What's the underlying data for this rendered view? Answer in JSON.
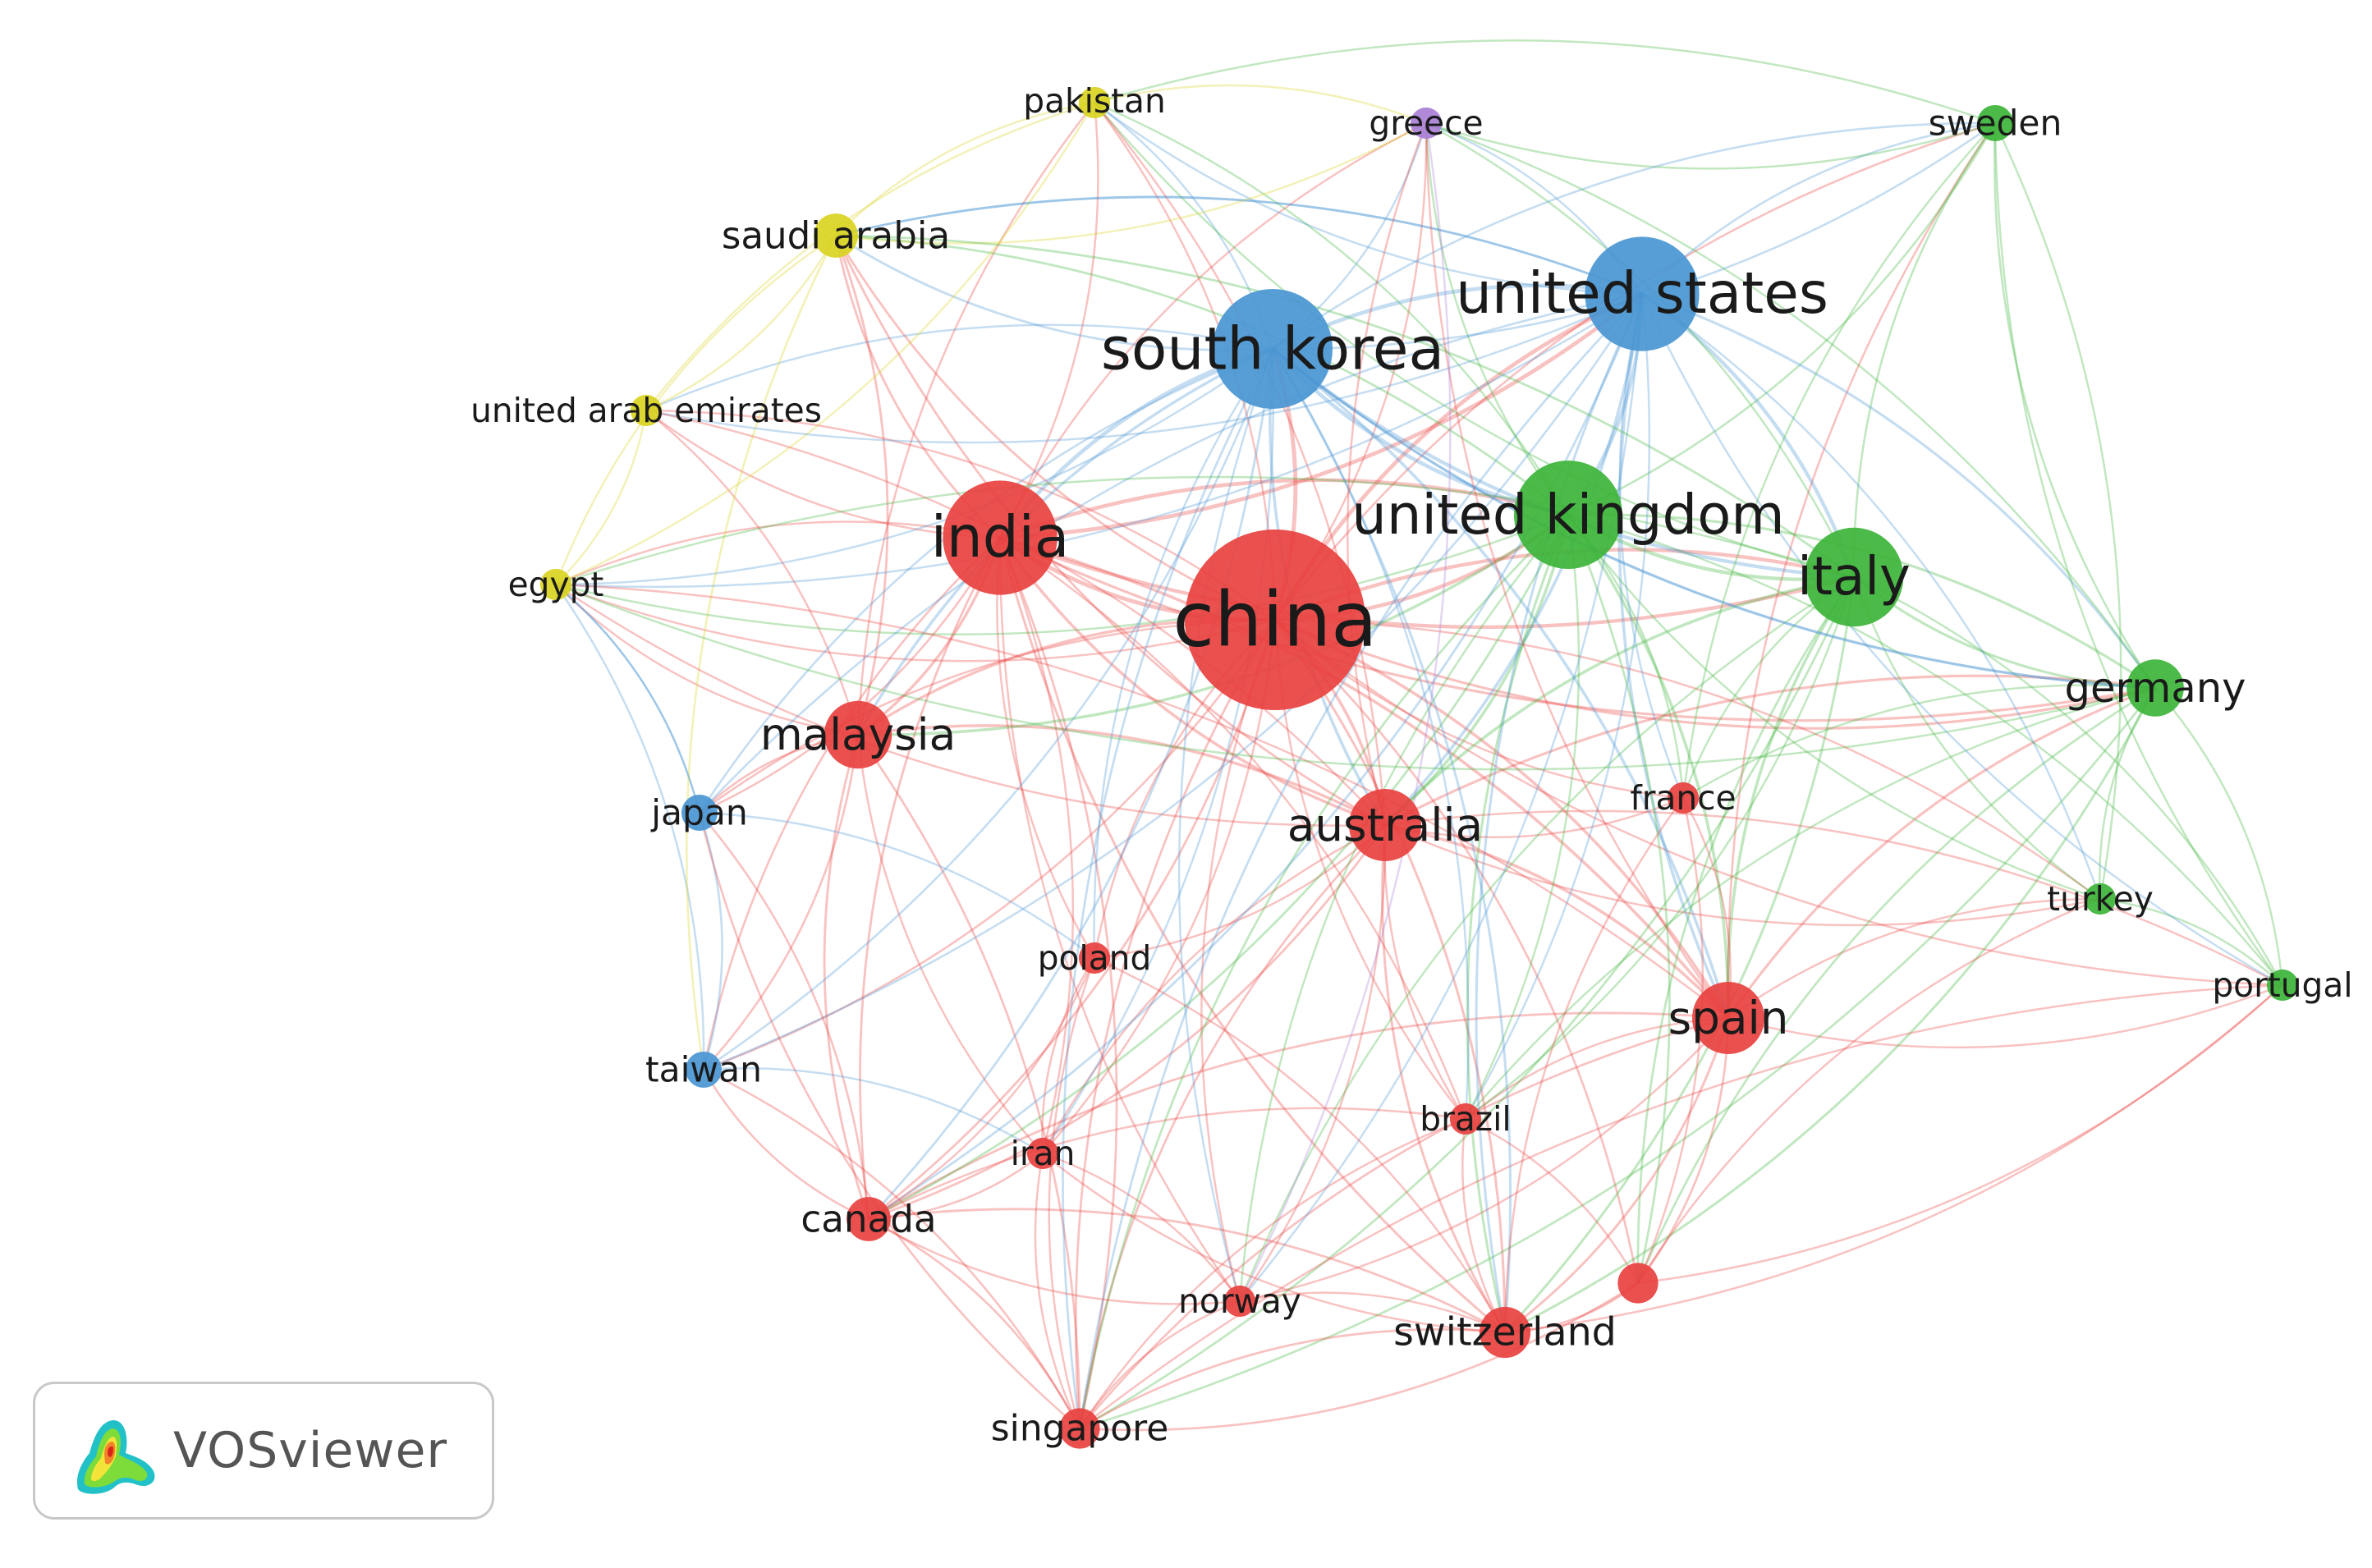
{
  "window": {
    "title": "VOSviewer"
  },
  "brand": {
    "name": "VOSviewer",
    "logo_icon": "vosviewer-logo-icon"
  },
  "clusters": {
    "red": "#e8413f",
    "green": "#3db43a",
    "blue": "#4a96d2",
    "yellow": "#d9d421",
    "purple": "#a97fd6"
  },
  "nodes": [
    {
      "id": "china",
      "label": "china",
      "cluster": "red",
      "weight": 100
    },
    {
      "id": "india",
      "label": "india",
      "cluster": "red",
      "weight": 40
    },
    {
      "id": "malaysia",
      "label": "malaysia",
      "cluster": "red",
      "weight": 14
    },
    {
      "id": "australia",
      "label": "australia",
      "cluster": "red",
      "weight": 16
    },
    {
      "id": "france",
      "label": "france",
      "cluster": "red",
      "weight": 3
    },
    {
      "id": "spain",
      "label": "spain",
      "cluster": "red",
      "weight": 16
    },
    {
      "id": "poland",
      "label": "poland",
      "cluster": "red",
      "weight": 3
    },
    {
      "id": "iran",
      "label": "iran",
      "cluster": "red",
      "weight": 3
    },
    {
      "id": "brazil",
      "label": "brazil",
      "cluster": "red",
      "weight": 3
    },
    {
      "id": "canada",
      "label": "canada",
      "cluster": "red",
      "weight": 6
    },
    {
      "id": "norway",
      "label": "norway",
      "cluster": "red",
      "weight": 3
    },
    {
      "id": "switzerland",
      "label": "switzerland",
      "cluster": "red",
      "weight": 8
    },
    {
      "id": "singapore",
      "label": "singapore",
      "cluster": "red",
      "weight": 5
    },
    {
      "id": "unlabeled-red",
      "label": "",
      "cluster": "red",
      "weight": 5
    },
    {
      "id": "united-kingdom",
      "label": "united kingdom",
      "cluster": "green",
      "weight": 36
    },
    {
      "id": "italy",
      "label": "italy",
      "cluster": "green",
      "weight": 30
    },
    {
      "id": "germany",
      "label": "germany",
      "cluster": "green",
      "weight": 10
    },
    {
      "id": "turkey",
      "label": "turkey",
      "cluster": "green",
      "weight": 3
    },
    {
      "id": "portugal",
      "label": "portugal",
      "cluster": "green",
      "weight": 3
    },
    {
      "id": "sweden",
      "label": "sweden",
      "cluster": "green",
      "weight": 4
    },
    {
      "id": "south-korea",
      "label": "south korea",
      "cluster": "blue",
      "weight": 44
    },
    {
      "id": "united-states",
      "label": "united states",
      "cluster": "blue",
      "weight": 40
    },
    {
      "id": "japan",
      "label": "japan",
      "cluster": "blue",
      "weight": 4
    },
    {
      "id": "taiwan",
      "label": "taiwan",
      "cluster": "blue",
      "weight": 4
    },
    {
      "id": "pakistan",
      "label": "pakistan",
      "cluster": "yellow",
      "weight": 3
    },
    {
      "id": "saudi-arabia",
      "label": "saudi arabia",
      "cluster": "yellow",
      "weight": 6
    },
    {
      "id": "united-arab-emirates",
      "label": "united arab emirates",
      "cluster": "yellow",
      "weight": 3
    },
    {
      "id": "egypt",
      "label": "egypt",
      "cluster": "yellow",
      "weight": 3
    },
    {
      "id": "greece",
      "label": "greece",
      "cluster": "purple",
      "weight": 3
    }
  ],
  "links": [
    [
      "china",
      "india"
    ],
    [
      "china",
      "malaysia"
    ],
    [
      "china",
      "australia"
    ],
    [
      "china",
      "france"
    ],
    [
      "china",
      "spain"
    ],
    [
      "china",
      "poland"
    ],
    [
      "china",
      "iran"
    ],
    [
      "china",
      "brazil"
    ],
    [
      "china",
      "canada"
    ],
    [
      "china",
      "norway"
    ],
    [
      "china",
      "switzerland"
    ],
    [
      "china",
      "singapore"
    ],
    [
      "china",
      "unlabeled-red"
    ],
    [
      "china",
      "united-kingdom"
    ],
    [
      "china",
      "italy"
    ],
    [
      "china",
      "germany"
    ],
    [
      "china",
      "turkey"
    ],
    [
      "china",
      "portugal"
    ],
    [
      "china",
      "sweden"
    ],
    [
      "china",
      "south-korea"
    ],
    [
      "china",
      "united-states"
    ],
    [
      "china",
      "japan"
    ],
    [
      "china",
      "taiwan"
    ],
    [
      "china",
      "pakistan"
    ],
    [
      "china",
      "saudi-arabia"
    ],
    [
      "china",
      "united-arab-emirates"
    ],
    [
      "china",
      "egypt"
    ],
    [
      "china",
      "greece"
    ],
    [
      "india",
      "malaysia"
    ],
    [
      "india",
      "australia"
    ],
    [
      "india",
      "spain"
    ],
    [
      "india",
      "canada"
    ],
    [
      "india",
      "iran"
    ],
    [
      "india",
      "poland"
    ],
    [
      "india",
      "united-kingdom"
    ],
    [
      "india",
      "italy"
    ],
    [
      "india",
      "south-korea"
    ],
    [
      "india",
      "united-states"
    ],
    [
      "india",
      "saudi-arabia"
    ],
    [
      "india",
      "egypt"
    ],
    [
      "india",
      "united-arab-emirates"
    ],
    [
      "india",
      "pakistan"
    ],
    [
      "india",
      "singapore"
    ],
    [
      "india",
      "switzerland"
    ],
    [
      "india",
      "japan"
    ],
    [
      "india",
      "germany"
    ],
    [
      "india",
      "greece"
    ],
    [
      "india",
      "norway"
    ],
    [
      "india",
      "brazil"
    ],
    [
      "india",
      "taiwan"
    ],
    [
      "malaysia",
      "australia"
    ],
    [
      "malaysia",
      "saudi-arabia"
    ],
    [
      "malaysia",
      "egypt"
    ],
    [
      "malaysia",
      "japan"
    ],
    [
      "malaysia",
      "taiwan"
    ],
    [
      "malaysia",
      "canada"
    ],
    [
      "malaysia",
      "south-korea"
    ],
    [
      "malaysia",
      "united-kingdom"
    ],
    [
      "malaysia",
      "pakistan"
    ],
    [
      "malaysia",
      "united-arab-emirates"
    ],
    [
      "malaysia",
      "singapore"
    ],
    [
      "malaysia",
      "iran"
    ],
    [
      "australia",
      "spain"
    ],
    [
      "australia",
      "united-kingdom"
    ],
    [
      "australia",
      "italy"
    ],
    [
      "australia",
      "united-states"
    ],
    [
      "australia",
      "south-korea"
    ],
    [
      "australia",
      "switzerland"
    ],
    [
      "australia",
      "norway"
    ],
    [
      "australia",
      "singapore"
    ],
    [
      "australia",
      "canada"
    ],
    [
      "australia",
      "brazil"
    ],
    [
      "australia",
      "germany"
    ],
    [
      "australia",
      "france"
    ],
    [
      "australia",
      "poland"
    ],
    [
      "australia",
      "iran"
    ],
    [
      "australia",
      "portugal"
    ],
    [
      "australia",
      "turkey"
    ],
    [
      "spain",
      "italy"
    ],
    [
      "spain",
      "united-kingdom"
    ],
    [
      "spain",
      "germany"
    ],
    [
      "spain",
      "portugal"
    ],
    [
      "spain",
      "switzerland"
    ],
    [
      "spain",
      "france"
    ],
    [
      "spain",
      "united-states"
    ],
    [
      "spain",
      "south-korea"
    ],
    [
      "spain",
      "turkey"
    ],
    [
      "spain",
      "brazil"
    ],
    [
      "spain",
      "sweden"
    ],
    [
      "spain",
      "singapore"
    ],
    [
      "spain",
      "unlabeled-red"
    ],
    [
      "spain",
      "canada"
    ],
    [
      "spain",
      "norway"
    ],
    [
      "united-kingdom",
      "italy"
    ],
    [
      "united-kingdom",
      "germany"
    ],
    [
      "united-kingdom",
      "united-states"
    ],
    [
      "united-kingdom",
      "south-korea"
    ],
    [
      "united-kingdom",
      "sweden"
    ],
    [
      "united-kingdom",
      "portugal"
    ],
    [
      "united-kingdom",
      "turkey"
    ],
    [
      "united-kingdom",
      "france"
    ],
    [
      "united-kingdom",
      "switzerland"
    ],
    [
      "united-kingdom",
      "egypt"
    ],
    [
      "united-kingdom",
      "saudi-arabia"
    ],
    [
      "united-kingdom",
      "greece"
    ],
    [
      "united-kingdom",
      "pakistan"
    ],
    [
      "united-kingdom",
      "canada"
    ],
    [
      "united-kingdom",
      "singapore"
    ],
    [
      "united-kingdom",
      "brazil"
    ],
    [
      "united-kingdom",
      "norway"
    ],
    [
      "united-kingdom",
      "unlabeled-red"
    ],
    [
      "italy",
      "germany"
    ],
    [
      "italy",
      "portugal"
    ],
    [
      "italy",
      "turkey"
    ],
    [
      "italy",
      "sweden"
    ],
    [
      "italy",
      "united-states"
    ],
    [
      "italy",
      "south-korea"
    ],
    [
      "italy",
      "france"
    ],
    [
      "italy",
      "switzerland"
    ],
    [
      "italy",
      "greece"
    ],
    [
      "italy",
      "brazil"
    ],
    [
      "italy",
      "unlabeled-red"
    ],
    [
      "italy",
      "singapore"
    ],
    [
      "italy",
      "norway"
    ],
    [
      "germany",
      "portugal"
    ],
    [
      "germany",
      "turkey"
    ],
    [
      "germany",
      "sweden"
    ],
    [
      "germany",
      "united-states"
    ],
    [
      "germany",
      "switzerland"
    ],
    [
      "germany",
      "france"
    ],
    [
      "germany",
      "south-korea"
    ],
    [
      "germany",
      "unlabeled-red"
    ],
    [
      "germany",
      "singapore"
    ],
    [
      "germany",
      "brazil"
    ],
    [
      "turkey",
      "portugal"
    ],
    [
      "turkey",
      "sweden"
    ],
    [
      "portugal",
      "sweden"
    ],
    [
      "portugal",
      "singapore"
    ],
    [
      "portugal",
      "switzerland"
    ],
    [
      "sweden",
      "united-states"
    ],
    [
      "sweden",
      "south-korea"
    ],
    [
      "sweden",
      "france"
    ],
    [
      "sweden",
      "greece"
    ],
    [
      "sweden",
      "pakistan"
    ],
    [
      "south-korea",
      "united-states"
    ],
    [
      "south-korea",
      "japan"
    ],
    [
      "south-korea",
      "taiwan"
    ],
    [
      "south-korea",
      "greece"
    ],
    [
      "south-korea",
      "saudi-arabia"
    ],
    [
      "south-korea",
      "pakistan"
    ],
    [
      "south-korea",
      "egypt"
    ],
    [
      "south-korea",
      "united-arab-emirates"
    ],
    [
      "south-korea",
      "canada"
    ],
    [
      "south-korea",
      "norway"
    ],
    [
      "south-korea",
      "switzerland"
    ],
    [
      "south-korea",
      "singapore"
    ],
    [
      "south-korea",
      "iran"
    ],
    [
      "south-korea",
      "poland"
    ],
    [
      "south-korea",
      "brazil"
    ],
    [
      "south-korea",
      "germany"
    ],
    [
      "south-korea",
      "sweden"
    ],
    [
      "united-states",
      "japan"
    ],
    [
      "united-states",
      "taiwan"
    ],
    [
      "united-states",
      "greece"
    ],
    [
      "united-states",
      "pakistan"
    ],
    [
      "united-states",
      "saudi-arabia"
    ],
    [
      "united-states",
      "canada"
    ],
    [
      "united-states",
      "switzerland"
    ],
    [
      "united-states",
      "brazil"
    ],
    [
      "united-states",
      "france"
    ],
    [
      "united-states",
      "turkey"
    ],
    [
      "united-states",
      "portugal"
    ],
    [
      "united-states",
      "norway"
    ],
    [
      "united-states",
      "singapore"
    ],
    [
      "japan",
      "taiwan"
    ],
    [
      "japan",
      "egypt"
    ],
    [
      "japan",
      "canada"
    ],
    [
      "japan",
      "singapore"
    ],
    [
      "japan",
      "poland"
    ],
    [
      "taiwan",
      "canada"
    ],
    [
      "taiwan",
      "singapore"
    ],
    [
      "taiwan",
      "egypt"
    ],
    [
      "taiwan",
      "iran"
    ],
    [
      "pakistan",
      "saudi-arabia"
    ],
    [
      "pakistan",
      "egypt"
    ],
    [
      "pakistan",
      "united-arab-emirates"
    ],
    [
      "pakistan",
      "greece"
    ],
    [
      "pakistan",
      "italy"
    ],
    [
      "pakistan",
      "australia"
    ],
    [
      "saudi-arabia",
      "egypt"
    ],
    [
      "saudi-arabia",
      "united-arab-emirates"
    ],
    [
      "saudi-arabia",
      "greece"
    ],
    [
      "saudi-arabia",
      "united-states"
    ],
    [
      "saudi-arabia",
      "australia"
    ],
    [
      "saudi-arabia",
      "italy"
    ],
    [
      "saudi-arabia",
      "taiwan"
    ],
    [
      "united-arab-emirates",
      "egypt"
    ],
    [
      "united-arab-emirates",
      "united-states"
    ],
    [
      "united-arab-emirates",
      "australia"
    ],
    [
      "egypt",
      "australia"
    ],
    [
      "egypt",
      "italy"
    ],
    [
      "egypt",
      "united-states"
    ],
    [
      "egypt",
      "spain"
    ],
    [
      "egypt",
      "germany"
    ],
    [
      "egypt",
      "japan"
    ],
    [
      "greece",
      "australia"
    ],
    [
      "greece",
      "germany"
    ],
    [
      "greece",
      "spain"
    ],
    [
      "greece",
      "norway"
    ],
    [
      "canada",
      "iran"
    ],
    [
      "canada",
      "singapore"
    ],
    [
      "canada",
      "norway"
    ],
    [
      "canada",
      "switzerland"
    ],
    [
      "canada",
      "poland"
    ],
    [
      "canada",
      "brazil"
    ],
    [
      "iran",
      "singapore"
    ],
    [
      "iran",
      "norway"
    ],
    [
      "iran",
      "switzerland"
    ],
    [
      "iran",
      "poland"
    ],
    [
      "norway",
      "singapore"
    ],
    [
      "norway",
      "switzerland"
    ],
    [
      "switzerland",
      "singapore"
    ],
    [
      "switzerland",
      "brazil"
    ],
    [
      "switzerland",
      "unlabeled-red"
    ],
    [
      "singapore",
      "brazil"
    ],
    [
      "singapore",
      "unlabeled-red"
    ],
    [
      "brazil",
      "unlabeled-red"
    ],
    [
      "poland",
      "singapore"
    ],
    [
      "poland",
      "switzerland"
    ],
    [
      "france",
      "switzerland"
    ],
    [
      "france",
      "unlabeled-red"
    ],
    [
      "unlabeled-red",
      "portugal"
    ],
    [
      "unlabeled-red",
      "turkey"
    ]
  ]
}
